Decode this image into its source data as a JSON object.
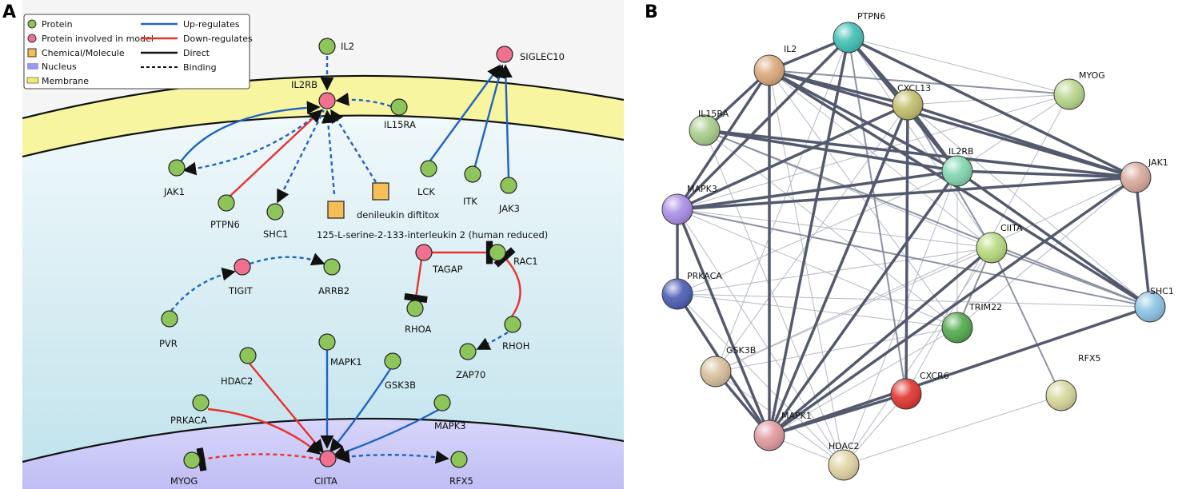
{
  "panel_a": {
    "label": "A",
    "legend": {
      "protein": "Protein",
      "protein_model": "Protein involved in model",
      "chemical": "Chemical/Molecule",
      "nucleus": "Nucleus",
      "membrane": "Membrane",
      "up": "Up-regulates",
      "down": "Down-regulates",
      "direct": "Direct",
      "binding": "Binding"
    },
    "nodes": {
      "IL2": "IL2",
      "IL2RB": "IL2RB",
      "IL15RA": "IL15RA",
      "JAK1": "JAK1",
      "PTPN6": "PTPN6",
      "SHC1": "SHC1",
      "denileukin": "denileukin diftitox",
      "serine": "125-L-serine-2-133-interleukin 2 (human reduced)",
      "SIGLEC10": "SIGLEC10",
      "LCK": "LCK",
      "ITK": "ITK",
      "JAK3": "JAK3",
      "TIGIT": "TIGIT",
      "ARRB2": "ARRB2",
      "PVR": "PVR",
      "TAGAP": "TAGAP",
      "RAC1": "RAC1",
      "RHOA": "RHOA",
      "RHOH": "RHOH",
      "ZAP70": "ZAP70",
      "HDAC2": "HDAC2",
      "MAPK1": "MAPK1",
      "GSK3B": "GSK3B",
      "MAPK3": "MAPK3",
      "PRKACA": "PRKACA",
      "MYOG": "MYOG",
      "CIITA": "CIITA",
      "RFX5": "RFX5"
    },
    "colors": {
      "protein": "#8dc55a",
      "protein_model": "#f0708f",
      "chemical": "#f5be56",
      "nucleus": "#c9c7f5",
      "membrane": "#f7f5a0",
      "up": "#1f63c4",
      "down": "#e8322e"
    }
  },
  "panel_b": {
    "label": "B",
    "nodes": {
      "PTPN6": "PTPN6",
      "IL2": "IL2",
      "CXCL13": "CXCL13",
      "MYOG": "MYOG",
      "IL15RA": "IL15RA",
      "IL2RB": "IL2RB",
      "JAK1": "JAK1",
      "MAPK3": "MAPK3",
      "CIITA": "CIITA",
      "PRKACA": "PRKACA",
      "SHC1": "SHC1",
      "TRIM22": "TRIM22",
      "GSK3B": "GSK3B",
      "CXCR6": "CXCR6",
      "RFX5": "RFX5",
      "MAPK1": "MAPK1",
      "HDAC2": "HDAC2"
    },
    "node_colors": {
      "PTPN6": "#3fbfb5",
      "IL2": "#d9a77a",
      "CXCL13": "#c2be6a",
      "MYOG": "#b7d68a",
      "IL15RA": "#a9cc8a",
      "IL2RB": "#7fd6b0",
      "JAK1": "#d8a99a",
      "MAPK3": "#a98de6",
      "CIITA": "#b8da7c",
      "PRKACA": "#4a5cb4",
      "SHC1": "#8cc3e6",
      "TRIM22": "#4fa84a",
      "GSK3B": "#d6bf9a",
      "CXCR6": "#e0332e",
      "RFX5": "#d6d69a",
      "MAPK1": "#e0999e",
      "HDAC2": "#e0d3a2"
    }
  }
}
